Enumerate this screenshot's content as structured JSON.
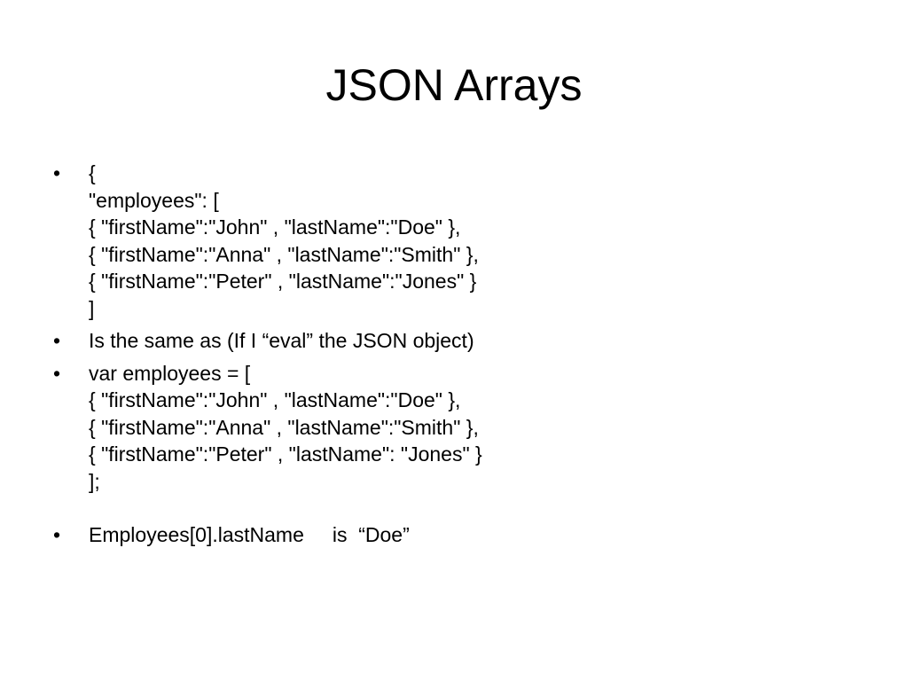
{
  "slide": {
    "title": "JSON Arrays",
    "bullet_symbol": "•",
    "bullets": [
      {
        "lines": [
          "{",
          "\"employees\": [",
          "{ \"firstName\":\"John\" , \"lastName\":\"Doe\" },",
          "{ \"firstName\":\"Anna\" , \"lastName\":\"Smith\" },",
          "{ \"firstName\":\"Peter\" , \"lastName\":\"Jones\" }",
          "]"
        ]
      },
      {
        "lines": [
          "Is the same as (If I “eval” the JSON object)"
        ]
      },
      {
        "lines": [
          "var employees = [",
          "{ \"firstName\":\"John\" , \"lastName\":\"Doe\" },",
          "{ \"firstName\":\"Anna\" , \"lastName\":\"Smith\" },",
          "{ \"firstName\":\"Peter\" , \"lastName\": \"Jones\" }",
          "];"
        ]
      },
      {
        "lines": [
          "Employees[0].lastName     is  “Doe”"
        ]
      }
    ]
  }
}
